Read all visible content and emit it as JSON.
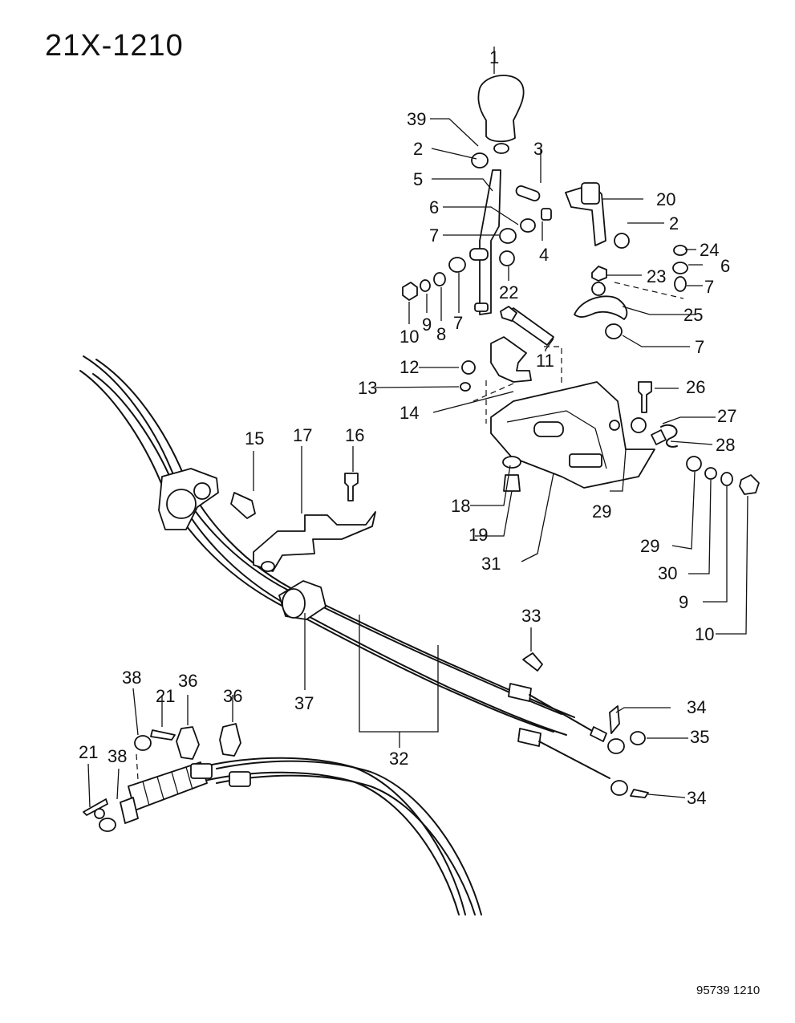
{
  "diagram": {
    "code": "21X-1210",
    "footer": "95739  1210",
    "callouts": [
      "1",
      "39",
      "2",
      "3",
      "5",
      "20",
      "6",
      "4",
      "7",
      "2",
      "24",
      "6",
      "22",
      "23",
      "7",
      "10",
      "9",
      "8",
      "7",
      "25",
      "11",
      "7",
      "12",
      "26",
      "13",
      "14",
      "27",
      "28",
      "15",
      "17",
      "16",
      "18",
      "29",
      "19",
      "29",
      "30",
      "31",
      "9",
      "10",
      "33",
      "38",
      "21",
      "36",
      "36",
      "37",
      "34",
      "35",
      "32",
      "21",
      "38",
      "34"
    ]
  }
}
